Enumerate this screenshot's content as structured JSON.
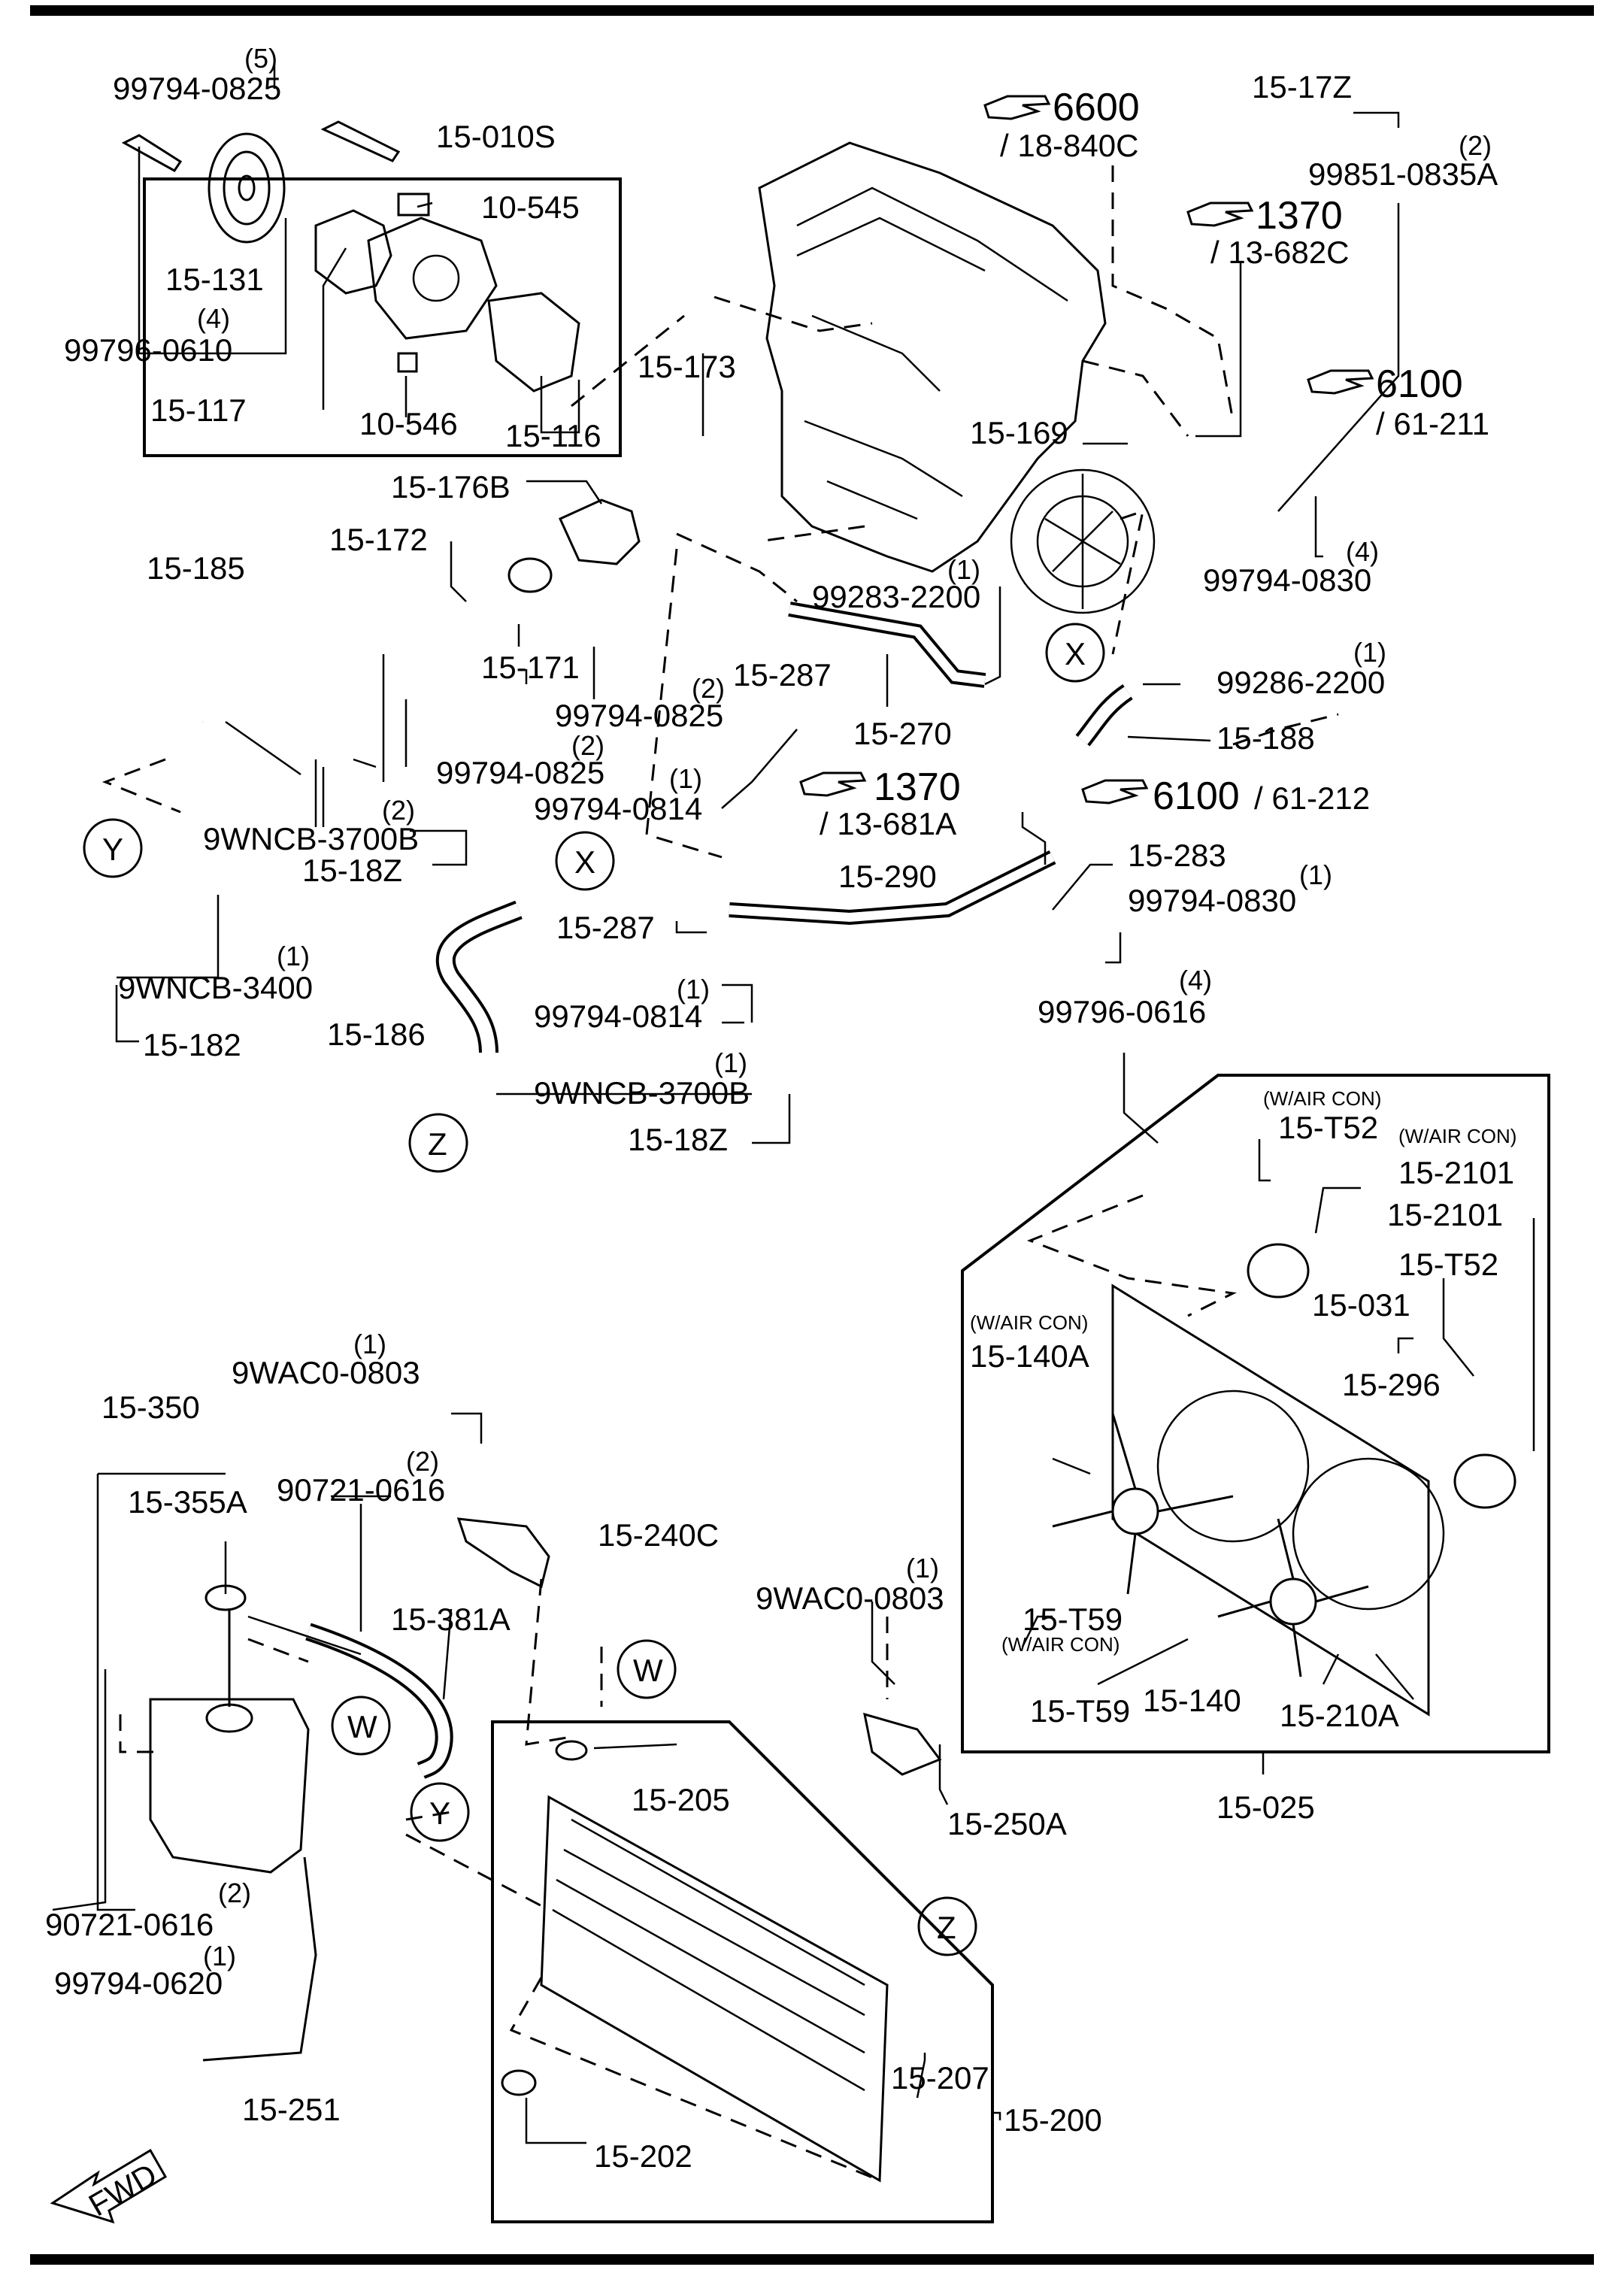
{
  "labels": {
    "p_99794_0825_top": "99794-0825",
    "q_5": "(5)",
    "p_15_010S": "15-010S",
    "p_10_545": "10-545",
    "p_15_131": "15-131",
    "q_4a": "(4)",
    "p_99796_0610": "99796-0610",
    "p_15_117": "15-117",
    "p_10_546": "10-546",
    "p_15_116": "15-116",
    "p_15_173": "15-173",
    "p_6600": "6600",
    "p_18_840C": "/ 18-840C",
    "p_1370a": "1370",
    "p_13_682C": "/ 13-682C",
    "p_15_17Z": "15-17Z",
    "q_2a": "(2)",
    "p_99851_0835A": "99851-0835A",
    "p_6100a": "6100",
    "p_61_211": "/ 61-211",
    "p_15_169": "15-169",
    "q_4b": "(4)",
    "p_99794_0830a": "99794-0830",
    "p_15_176B": "15-176B",
    "p_15_172": "15-172",
    "p_15_185": "15-185",
    "p_15_171": "15-171",
    "q_1a": "(1)",
    "p_99283_2200": "99283-2200",
    "p_15_287a": "15-287",
    "q_2b": "(2)",
    "p_99794_0825b": "99794-0825",
    "p_15_270": "15-270",
    "q_1b": "(1)",
    "p_99286_2200": "99286-2200",
    "p_15_188": "15-188",
    "q_2c": "(2)",
    "p_99794_0825c": "99794-0825",
    "q_1c": "(1)",
    "p_99794_0814a": "99794-0814",
    "p_1370b": "1370",
    "p_13_681A": "/ 13-681A",
    "p_6100b": "6100",
    "p_61_212": "/ 61-212",
    "q_2d": "(2)",
    "p_9WNCB_3700B_a": "9WNCB-3700B",
    "p_15_18Z_a": "15-18Z",
    "p_15_290": "15-290",
    "p_15_283": "15-283",
    "q_1d": "(1)",
    "p_99794_0830b": "99794-0830",
    "p_15_287b": "15-287",
    "q_1e": "(1)",
    "p_9WNCB_3400": "9WNCB-3400",
    "p_15_182": "15-182",
    "q_1f": "(1)",
    "p_99794_0814b": "99794-0814",
    "p_15_186": "15-186",
    "q_4c": "(4)",
    "p_99796_0616": "99796-0616",
    "q_1g": "(1)",
    "p_9WNCB_3700B_b": "9WNCB-3700B",
    "p_15_18Z_b": "15-18Z",
    "n_air_con_a": "(W/AIR CON)",
    "p_15_T52a": "15-T52",
    "n_air_con_b": "(W/AIR CON)",
    "p_15_2101a": "15-2101",
    "p_15_2101b": "15-2101",
    "p_15_T52b": "15-T52",
    "p_15_031": "15-031",
    "n_air_con_c": "(W/AIR CON)",
    "p_15_140A": "15-140A",
    "p_15_296": "15-296",
    "p_15_T59a": "15-T59",
    "n_air_con_d": "(W/AIR CON)",
    "p_15_T59b": "15-T59",
    "p_15_140": "15-140",
    "p_15_210A": "15-210A",
    "p_15_025": "15-025",
    "q_1h": "(1)",
    "p_9WAC0_0803a": "9WAC0-0803",
    "p_15_350": "15-350",
    "p_15_355A": "15-355A",
    "q_2e": "(2)",
    "p_90721_0616a": "90721-0616",
    "p_15_240C": "15-240C",
    "p_15_381A": "15-381A",
    "q_1i": "(1)",
    "p_9WAC0_0803b": "9WAC0-0803",
    "p_15_205": "15-205",
    "p_15_250A": "15-250A",
    "q_2f": "(2)",
    "p_90721_0616b": "90721-0616",
    "q_1j": "(1)",
    "p_99794_0620": "99794-0620",
    "p_15_251": "15-251",
    "p_15_207": "15-207",
    "p_15_200": "15-200",
    "p_15_202": "15-202",
    "fwd": "FWD",
    "c_X1": "X",
    "c_X2": "X",
    "c_Y1": "Y",
    "c_Y2": "Y",
    "c_Z1": "Z",
    "c_Z2": "Z",
    "c_W1": "W",
    "c_W2": "W"
  }
}
